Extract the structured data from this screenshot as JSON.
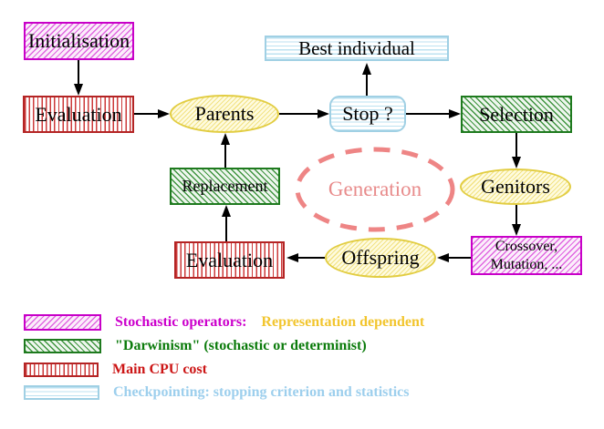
{
  "diagram": {
    "nodes": {
      "initialisation": "Initialisation",
      "evaluation_top": "Evaluation",
      "parents": "Parents",
      "best_individual": "Best individual",
      "stop": "Stop ?",
      "selection": "Selection",
      "genitors": "Genitors",
      "crossover_mutation": "Crossover,\nMutation, ...",
      "offspring": "Offspring",
      "evaluation_bottom": "Evaluation",
      "replacement": "Replacement",
      "generation": "Generation"
    },
    "edges": [
      {
        "from": "Initialisation",
        "to": "Evaluation"
      },
      {
        "from": "Evaluation",
        "to": "Parents"
      },
      {
        "from": "Parents",
        "to": "Stop ?"
      },
      {
        "from": "Stop ?",
        "to": "Best individual"
      },
      {
        "from": "Stop ?",
        "to": "Selection"
      },
      {
        "from": "Selection",
        "to": "Genitors"
      },
      {
        "from": "Genitors",
        "to": "Crossover, Mutation, ..."
      },
      {
        "from": "Crossover, Mutation, ...",
        "to": "Offspring"
      },
      {
        "from": "Offspring",
        "to": "Evaluation"
      },
      {
        "from": "Evaluation",
        "to": "Replacement"
      },
      {
        "from": "Replacement",
        "to": "Parents"
      }
    ],
    "colors": {
      "stochastic_magenta": "#cc00cc",
      "darwinism_green": "#1e7a1e",
      "cpu_red": "#b42424",
      "checkpoint_cyan": "#a0d0e4",
      "population_yellow": "#e2cd42",
      "generation_salmon": "#ee8585",
      "arrow_black": "#000000"
    }
  },
  "legend": {
    "items": [
      {
        "swatch": "magenta-diagonal-hatch",
        "label": "Stochastic operators:",
        "label2": "Representation dependent"
      },
      {
        "swatch": "green-diagonal-hatch",
        "label": "\"Darwinism\" (stochastic or determinist)"
      },
      {
        "swatch": "red-vertical-lines",
        "label": "Main CPU cost"
      },
      {
        "swatch": "cyan-horizontal-lines",
        "label": "Checkpointing: stopping criterion and statistics"
      }
    ]
  }
}
